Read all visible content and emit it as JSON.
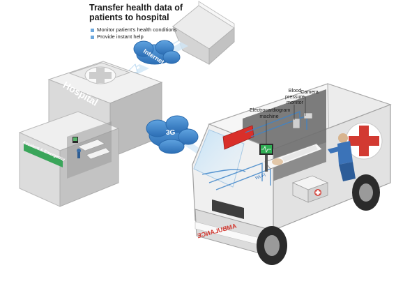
{
  "title": "Transfer health data of patients to hospital",
  "bullets": [
    "Monitor patient's health conditions",
    "Provide instant help"
  ],
  "labels": {
    "camera": "Camera",
    "bp_monitor": "Blood pressure monitor",
    "ecg": "Electrocardiogram machine",
    "wifi": "Wi-Fi"
  },
  "clouds": {
    "internet": "Internet",
    "cellular": "3G"
  },
  "signs": {
    "hospital": "Hospital",
    "accident": "Accident & Emergency",
    "ambulance": "AMBULANCE"
  },
  "colors": {
    "accent_blue": "#2a6fb8",
    "cloud_blue": "#3d84c9",
    "cross_red": "#d23a32",
    "signal_green": "#2fae54",
    "building_grey": "#c9c9c9"
  }
}
